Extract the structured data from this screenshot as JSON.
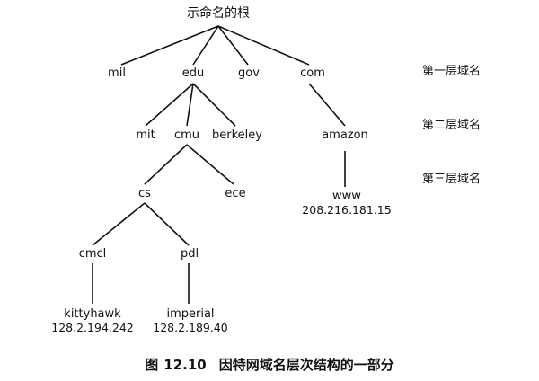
{
  "tree": {
    "root": "示命名的根",
    "top_level": [
      "mil",
      "edu",
      "gov",
      "com"
    ],
    "edu_children": [
      "mit",
      "cmu",
      "berkeley"
    ],
    "com_children": [
      "amazon"
    ],
    "cmu_children": [
      "cs",
      "ece"
    ],
    "amazon_children": [
      "www"
    ],
    "cs_children": [
      "cmcl",
      "pdl"
    ],
    "cmcl_children": [
      "kittyhawk"
    ],
    "pdl_children": [
      "imperial"
    ],
    "addresses": {
      "www": "208.216.181.15",
      "kittyhawk": "128.2.194.242",
      "imperial": "128.2.189.40"
    }
  },
  "level_labels": [
    "第一层域名",
    "第二层域名",
    "第三层域名"
  ],
  "caption": {
    "prefix": "图",
    "number": "12.10",
    "text": "因特网域名层次结构的一部分"
  }
}
